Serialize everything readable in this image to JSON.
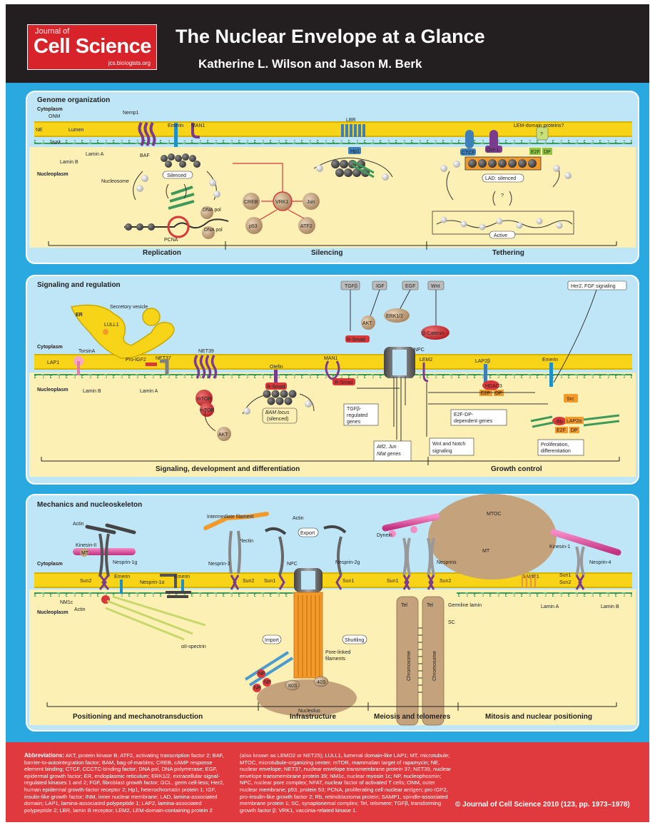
{
  "header": {
    "journal_small": "Journal of",
    "journal_big": "Cell Science",
    "journal_url": "jcs.biologists.org",
    "title": "The Nuclear Envelope at a Glance",
    "authors": "Katherine L. Wilson and Jason M. Berk"
  },
  "panel1": {
    "heading": "Genome organization",
    "labels": {
      "cytoplasm": "Cytoplasm",
      "onm": "ONM",
      "ne": "NE",
      "lumen": "Lumen",
      "inm": "INM",
      "lamin_a": "Lamin A",
      "lamin_b": "Lamin B",
      "nucleoplasm": "Nucleoplasm",
      "nemp1": "Nemp1",
      "emerin": "Emerin",
      "man1": "MAN1",
      "baf": "BAF",
      "nucleosome": "Nucleosome",
      "silenced": "Silenced",
      "dna_pol1": "DNA pol",
      "dna_pol2": "DNA pol",
      "pcna": "PCNA",
      "lbr": "LBR",
      "hp1": "Hp1",
      "creb": "CREB",
      "vrk1": "VRK1",
      "jun": "Jun",
      "p53": "p53",
      "atf2": "ATF2",
      "lem_domain": "LEM-domain proteins?",
      "q1": "?",
      "ctcf": "CTCF",
      "oct1": "Oct-1",
      "e2f": "E2F",
      "dp": "DP",
      "lad_silenced": "LAD: silenced",
      "q2": "?",
      "active": "Active"
    },
    "footer": [
      "Replication",
      "Silencing",
      "Tethering"
    ]
  },
  "panel2": {
    "heading": "Signaling and regulation",
    "labels": {
      "er": "ER",
      "secretory_vesicle": "Secretory vesicle",
      "lull1": "LULL1",
      "cytoplasm": "Cytoplasm",
      "torsina": "TorsinA",
      "lap1": "LAP1",
      "lamin_b": "Lamin B",
      "pro_igf2": "Pro-IGF2",
      "net37": "NET37",
      "lamin_a": "Lamin A",
      "nucleoplasm": "Nucleoplasm",
      "net39": "NET39",
      "mtor1": "mTOR",
      "mtor2": "mTOR",
      "akt1": "AKT",
      "otefin": "Otefin",
      "r_smad1": "R-Smad",
      "bam_locus": "BAM locus",
      "silenced": "(silenced)",
      "man1": "MAN1",
      "r_smad2": "R-Smad",
      "tgfb_genes1": "TGFβ-",
      "tgfb_genes2": "regulated",
      "tgfb_genes3": "genes",
      "tgfb": "TGFβ",
      "igf": "IGF",
      "egf": "EGF",
      "wnt": "Wnt",
      "akt2": "AKT",
      "erk": "ERK1/2",
      "r_smad3": "R-Smad",
      "b_catenin": "β-Catenin",
      "npc": "NPC",
      "atf2_genes1": "Atf2, Jun",
      "atf2_genes2": "Nfat genes",
      "lem2": "LEM2",
      "wnt_notch1": "Wnt and Notch",
      "wnt_notch2": "signaling",
      "lap2b": "LAP2β",
      "hdac3": "HDAC3",
      "e2f": "E2F",
      "dp": "DP",
      "e2f_genes1": "E2F-DP-",
      "e2f_genes2": "dependent genes",
      "her2": "Her2, FGF signaling",
      "emerin": "Emerin",
      "src": "Src",
      "rb": "Rb",
      "lap2a": "LAP2α",
      "e2f2": "E2F",
      "dp2": "DP",
      "prolif1": "Proliferation,",
      "prolif2": "differentiation"
    },
    "footer": [
      "Signaling, development and differentiation",
      "Growth control"
    ]
  },
  "panel3": {
    "heading": "Mechanics and nucleoskeleton",
    "labels": {
      "actin1": "Actin",
      "kinesin2": "Kinesin-II",
      "mt1": "MT",
      "cytoplasm": "Cytoplasm",
      "nesprin1g": "Nesprin-1g",
      "sun2a": "Sun2",
      "emerin1": "Emerin",
      "nesprin1a": "Nesprin-1α",
      "emerin2": "Emerin",
      "nm1c": "NM1c",
      "actin2": "Actin",
      "nucleoplasm": "Nucleoplasm",
      "aii_spectrin": "αII-spectrin",
      "int_filament": "Intermediate filament",
      "plectin": "Plectin",
      "nesprin3": "Nesprin-3",
      "sun2b": "Sun2",
      "actin3": "Actin",
      "export": "Export",
      "npc": "NPC",
      "sun1a": "Sun1",
      "sun1b": "Sun1",
      "nesprin2g": "Nesprin-2g",
      "import": "Import",
      "shuttling": "Shuttling",
      "pore_linked1": "Pore-linked",
      "pore_linked2": "filaments",
      "np1": "NP",
      "np2": "NP",
      "np3": "NP",
      "s80": "80S",
      "s40": "40S",
      "nucleolus": "Nucleolus",
      "dynein": "Dynein",
      "nesprins": "Nesprins",
      "sun1c": "Sun1",
      "sun2c": "Sun2",
      "tel1": "Tel",
      "tel2": "Tel",
      "germline": "Germline lamin",
      "sc": "SC",
      "chromosome1": "Chromosome",
      "chromosome2": "Chromosome",
      "mtoc": "MTOC",
      "mt2": "MT",
      "kinesin1": "Kinesin-1",
      "nesprin4": "Nesprin-4",
      "samp1": "SAMP1",
      "sun1d": "Sun1",
      "sun2d": "Sun2",
      "lamin_a": "Lamin A",
      "lamin_b": "Lamin B"
    },
    "footer": [
      "Positioning and mechanotransduction",
      "Infrastructure",
      "Meiosis and telomeres",
      "Mitosis and nuclear positioning"
    ]
  },
  "footer": {
    "abbr_title": "Abbreviations:",
    "abbr_col1": "AKT, protein kinase B; ATF2, activating transcription factor 2; BAF, barrier-to-autointegration factor; BAM, bag-of-marbles; CREB, cAMP response element binding; CTCF, CCCTC-binding factor; DNA pol, DNA polymerase; EGF, epidermal growth factor; ER, endoplasmic reticulum; ERK1/2, extracellular signal-regulated kinases 1 and 2; FGF, fibroblast growth factor; GCL, germ cell-less; Her2, human epidermal growth-factor receptor 2; Hp1, heterochromatin protein 1; IGF, insulin-like growth factor; INM, inner nuclear membrane; LAD, lamina-associated domain; LAP1, lamina-associated polypeptide 1; LAP2, lamina-associated polypeptide 2; LBR, lamin B receptor; LEM2, LEM-domain-containing protein 2",
    "abbr_col2": "(also known as LEMD2 or NET25); LULL1, lumenal domain-like LAP1; MT, microtubule; MTOC, microtubule-organizing center; mTOR, mammalian target of rapamycin; NE, nuclear envelope; NET37, nuclear envelope transmembrane protein 37; NET39, nuclear envelope transmembrane protein 39; NM1c, nuclear myosin 1c; NP, nucleophosmin; NPC, nuclear pore complex; NFAT, nuclear factor of activated T cells; ONM, outer nuclear membrane; p53, protein 53; PCNA, proliferating cell nuclear antigen; pro-IGF2, pro-insulin-like growth factor 2; Rb, retinoblastoma protein; SAMP1, spindle-associated membrane protein 1; SC, synaptonemal complex; Tel, telomere; TGFβ, transforming growth factor β; VRK1, vaccinia-related kinase 1.",
    "copyright": "© Journal of Cell Science 2010 (123, pp. 1973–1978)"
  },
  "colors": {
    "background_blue": "#2aa9e0",
    "panel_blue": "#bfe6f7",
    "panel_yellow": "#fdf0b4",
    "membrane_yellow": "#f7d417",
    "lamin_green": "#3e9a5a",
    "header_black": "#231f20",
    "footer_red": "#e03a3e",
    "red_protein": "#d8383a",
    "purple_protein": "#7a3b8f",
    "orange": "#f39a2b",
    "tan": "#c4a27c"
  }
}
